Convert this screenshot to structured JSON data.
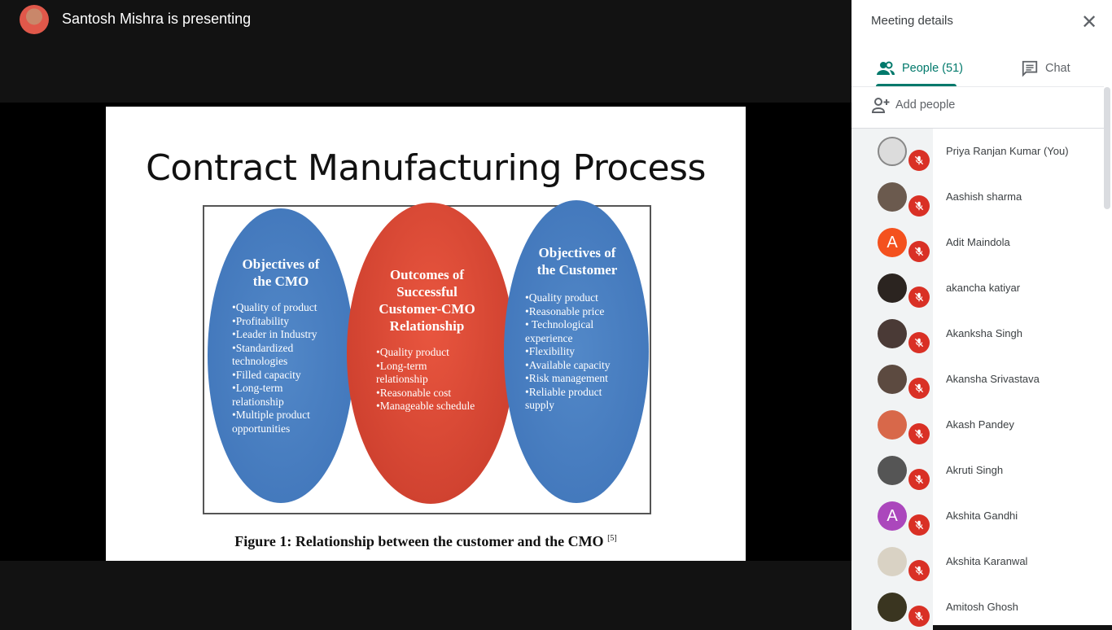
{
  "presenter": {
    "name_text": "Santosh Mishra is presenting"
  },
  "slide": {
    "title": "Contract Manufacturing Process",
    "left": {
      "heading": "Objectives of the CMO",
      "items": [
        "•Quality of product",
        "•Profitability",
        "•Leader in Industry",
        "•Standardized technologies",
        "•Filled capacity",
        "•Long-term relationship",
        "•Multiple product opportunities"
      ]
    },
    "center": {
      "heading": "Outcomes of Successful Customer-CMO Relationship",
      "items": [
        "•Quality product",
        "•Long-term relationship",
        "•Reasonable cost",
        "•Manageable schedule"
      ]
    },
    "right": {
      "heading": "Objectives of the Customer",
      "items": [
        "•Quality product",
        "•Reasonable price",
        "• Technological experience",
        "•Flexibility",
        "•Available capacity",
        "•Risk management",
        "•Reliable product supply"
      ]
    },
    "caption": "Figure 1: Relationship between the customer and the CMO",
    "caption_ref": "[5]"
  },
  "panel": {
    "title": "Meeting details",
    "people_tab": "People (51)",
    "chat_tab": "Chat",
    "add_people": "Add people",
    "accent": "#00796b",
    "participants": [
      {
        "name": "Priya Ranjan Kumar (You)",
        "avatar": "",
        "color": "#dcdcdc"
      },
      {
        "name": "Aashish sharma",
        "avatar": "",
        "color": "#6b5a4e"
      },
      {
        "name": "Adit Maindola",
        "avatar": "A",
        "color": "#f4511e"
      },
      {
        "name": "akancha katiyar",
        "avatar": "",
        "color": "#2b2420"
      },
      {
        "name": "Akanksha Singh",
        "avatar": "",
        "color": "#4a3a36"
      },
      {
        "name": "Akansha Srivastava",
        "avatar": "",
        "color": "#5c4a40"
      },
      {
        "name": "Akash Pandey",
        "avatar": "",
        "color": "#d8684a"
      },
      {
        "name": "Akruti Singh",
        "avatar": "",
        "color": "#555555"
      },
      {
        "name": "Akshita Gandhi",
        "avatar": "A",
        "color": "#ab47bc"
      },
      {
        "name": "Akshita Karanwal",
        "avatar": "",
        "color": "#d9d2c4"
      },
      {
        "name": "Amitosh Ghosh",
        "avatar": "",
        "color": "#3a3520"
      }
    ]
  }
}
